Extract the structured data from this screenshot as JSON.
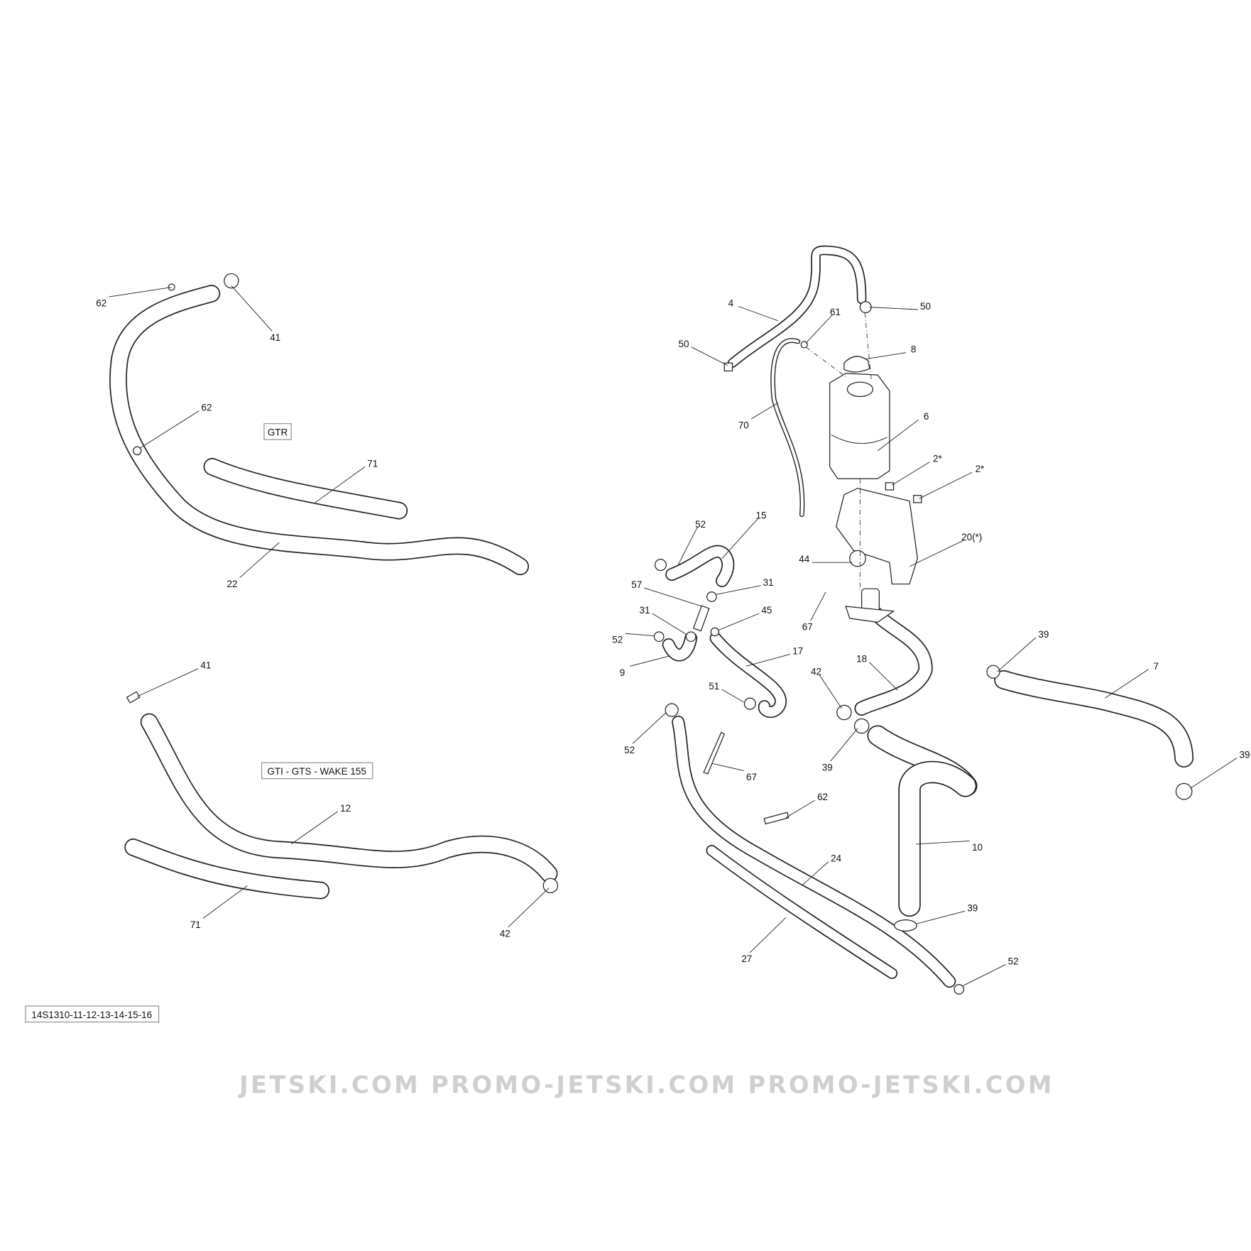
{
  "diagram_code": "14S1310-11-12-13-14-15-16",
  "variant_labels": {
    "gtr": "GTR",
    "gti": "GTI - GTS - WAKE 155"
  },
  "watermark": "JETSKI.COM   PROMO-JETSKI.COM  PROMO-JETSKI.COM",
  "callouts": [
    "62",
    "41",
    "62",
    "71",
    "22",
    "41",
    "12",
    "71",
    "42",
    "4",
    "50",
    "61",
    "50",
    "8",
    "6",
    "70",
    "2*",
    "2*",
    "52",
    "15",
    "20(*)",
    "44",
    "31",
    "57",
    "31",
    "45",
    "67",
    "52",
    "9",
    "17",
    "39",
    "7",
    "18",
    "51",
    "42",
    "52",
    "39",
    "67",
    "39",
    "62",
    "10",
    "24",
    "39",
    "27",
    "52"
  ]
}
